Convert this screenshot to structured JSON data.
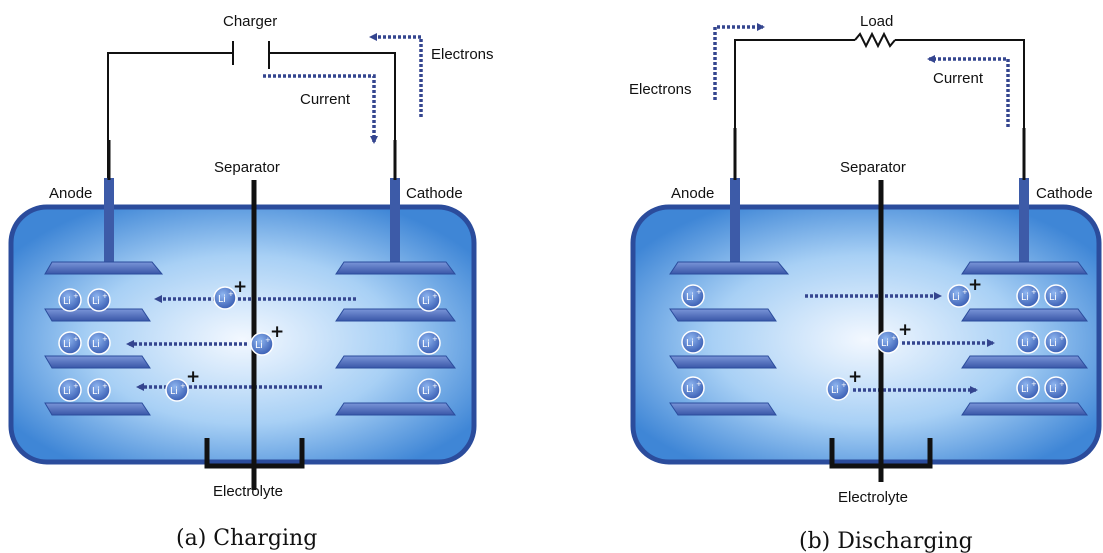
{
  "colors": {
    "cell_fill_center": "#f3f8ff",
    "cell_fill_edge": "#3f86d6",
    "cell_border": "#2b4c9c",
    "electrode": "#3d5ba8",
    "arrow": "#34458f",
    "wire": "#111111"
  },
  "charging": {
    "source_label": "Charger",
    "electrons_label": "Electrons",
    "current_label": "Current",
    "separator_label": "Separator",
    "anode_label": "Anode",
    "cathode_label": "Cathode",
    "electrolyte_label": "Electrolyte",
    "caption": "(a) Charging",
    "ion_label": "Li",
    "ion_charge": "+",
    "plus_sign": "+"
  },
  "discharging": {
    "source_label": "Load",
    "electrons_label": "Electrons",
    "current_label": "Current",
    "separator_label": "Separator",
    "anode_label": "Anode",
    "cathode_label": "Cathode",
    "electrolyte_label": "Electrolyte",
    "caption": "(b) Discharging",
    "ion_label": "Li",
    "ion_charge": "+",
    "plus_sign": "+"
  }
}
